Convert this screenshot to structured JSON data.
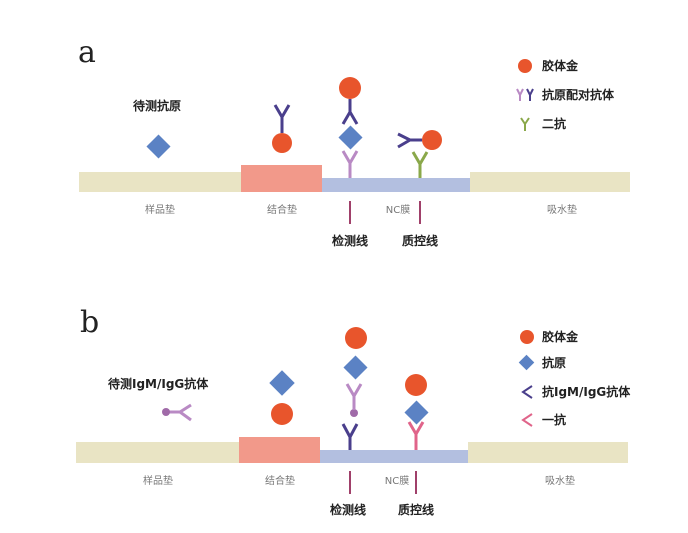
{
  "colors": {
    "sample_pad": "#e9e4c4",
    "conjugate_pad": "#f2998a",
    "nc_membrane": "#b3bfe0",
    "gold": "#e8552c",
    "antigen": "#5b82c4",
    "antibody_dark": "#4a3f8c",
    "antibody_light": "#b98ac4",
    "secondary": "#8aa84a",
    "primary_pink": "#e0648a",
    "line": "#a0406a"
  },
  "panel_a": {
    "letter": "a",
    "sample_label": "待测抗原",
    "pads": [
      "样品垫",
      "结合垫",
      "NC膜",
      "吸水垫"
    ],
    "test_line": "检测线",
    "control_line": "质控线",
    "legend": [
      "胶体金",
      "抗原配对抗体",
      "二抗"
    ]
  },
  "panel_b": {
    "letter": "b",
    "sample_label": "待测IgM/IgG抗体",
    "pads": [
      "样品垫",
      "结合垫",
      "NC膜",
      "吸水垫"
    ],
    "test_line": "检测线",
    "control_line": "质控线",
    "legend": [
      "胶体金",
      "抗原",
      "抗IgM/IgG抗体",
      "一抗"
    ]
  }
}
